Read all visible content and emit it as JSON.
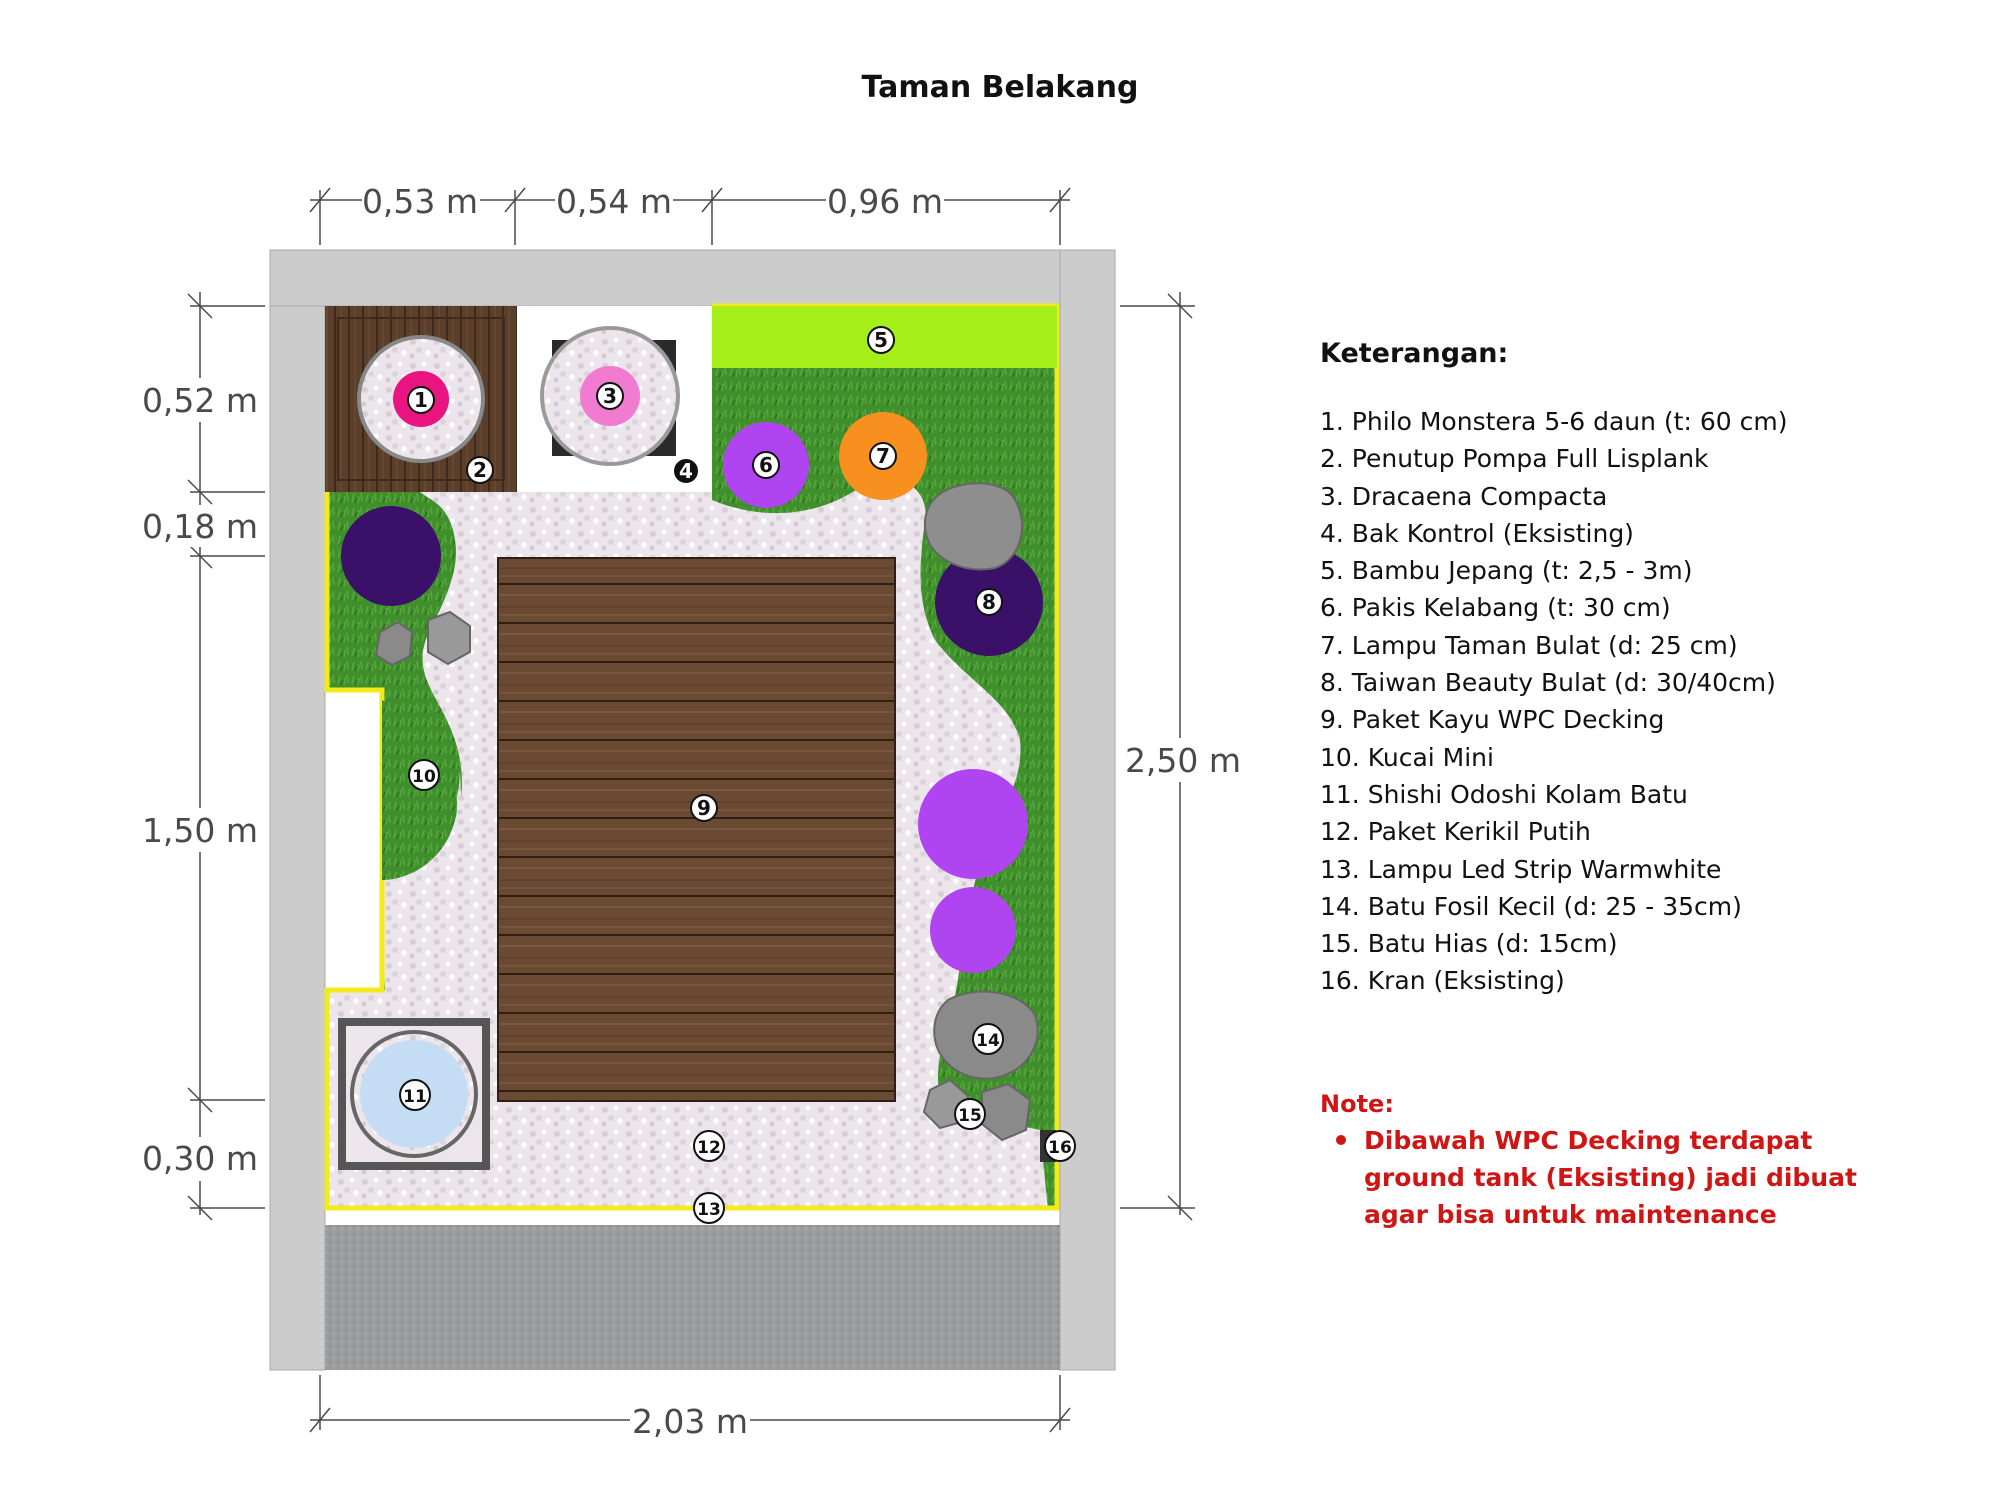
{
  "title": "Taman Belakang",
  "dimensions": {
    "top_1": "0,53 m",
    "top_2": "0,54 m",
    "top_3": "0,96 m",
    "left_1": "0,52 m",
    "left_2": "0,18 m",
    "left_3": "1,50 m",
    "left_4": "0,30 m",
    "right": "2,50 m",
    "bottom": "2,03 m"
  },
  "markers": [
    "1",
    "2",
    "3",
    "4",
    "5",
    "6",
    "7",
    "8",
    "9",
    "10",
    "11",
    "12",
    "13",
    "14",
    "15",
    "16"
  ],
  "legend": {
    "title": "Keterangan:",
    "items": [
      "1. Philo Monstera 5-6 daun (t: 60 cm)",
      "2. Penutup Pompa Full Lisplank",
      "3. Dracaena Compacta",
      "4. Bak Kontrol (Eksisting)",
      "5. Bambu Jepang (t: 2,5 - 3m)",
      "6. Pakis Kelabang (t: 30 cm)",
      "7. Lampu Taman Bulat (d: 25 cm)",
      "8. Taiwan Beauty Bulat (d: 30/40cm)",
      "9. Paket Kayu WPC Decking",
      "10. Kucai Mini",
      "11. Shishi Odoshi Kolam Batu",
      "12. Paket Kerikil Putih",
      "13. Lampu Led Strip Warmwhite",
      "14. Batu Fosil Kecil (d: 25 - 35cm)",
      "15. Batu Hias (d: 15cm)",
      "16. Kran (Eksisting)"
    ]
  },
  "note": {
    "title": "Note:",
    "text": "Dibawah WPC Decking terdapat ground tank (Eksisting) jadi dibuat agar bisa untuk maintenance"
  },
  "colors": {
    "wall": "#cccccc",
    "grass": "#3f8f2c",
    "gravel": "#ece6ec",
    "deck": "#6b4a33",
    "bamboo": "#a6ee1a",
    "led_strip": "#f3ea1c",
    "paving": "#9a9c9e",
    "note_red": "#d01515"
  }
}
